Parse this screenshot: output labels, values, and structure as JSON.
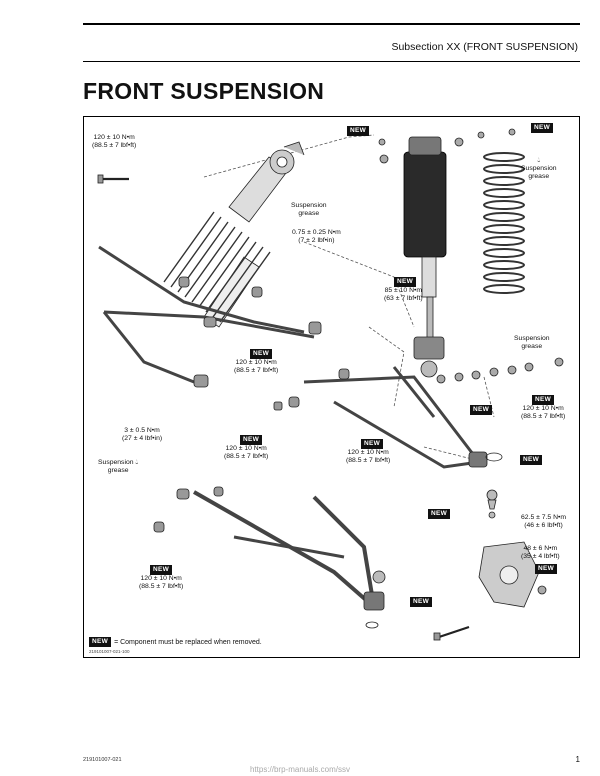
{
  "header": {
    "subsection": "Subsection XX (FRONT SUSPENSION)"
  },
  "page_title": "FRONT SUSPENSION",
  "figure": {
    "new_badge": "NEW",
    "grease_icon": "oil-drop-icon",
    "callouts": {
      "torque_bolt_top_1": "120 ± 10 N•m",
      "torque_bolt_top_2": "(88.5 ± 7 lbf•ft)",
      "grease_shock_1": "Suspension",
      "grease_shock_2": "grease",
      "torque_small_1": "0.75 ± 0.25 N•m",
      "torque_small_2": "(7 ± 2 lbf•in)",
      "torque_85_1": "85 ± 10 N•m",
      "torque_85_2": "(63 ± 7 lbf•ft)",
      "torque_upper_arm_1": "120 ± 10 N•m",
      "torque_upper_arm_2": "(88.5 ± 7 lbf•ft)",
      "grease_spring_1": "Suspension",
      "grease_spring_2": "grease",
      "grease_lower_right_1": "Suspension",
      "grease_lower_right_2": "grease",
      "torque_right_1": "120 ± 10 N•m",
      "torque_right_2": "(88.5 ± 7 lbf•ft)",
      "torque_3_1": "3 ± 0.5 N•m",
      "torque_3_2": "(27 ± 4 lbf•in)",
      "grease_left_1": "Suspension",
      "grease_left_2": "grease",
      "torque_mid_left_1": "120 ± 10 N•m",
      "torque_mid_left_2": "(88.5 ± 7 lbf•ft)",
      "torque_mid_center_1": "120 ± 10 N•m",
      "torque_mid_center_2": "(88.5 ± 7 lbf•ft)",
      "torque_62_1": "62.5 ± 7.5 N•m",
      "torque_62_2": "(46 ± 6 lbf•ft)",
      "torque_48_1": "48 ± 6 N•m",
      "torque_48_2": "(35 ± 4 lbf•ft)",
      "torque_lower_arm_1": "120 ± 10 N•m",
      "torque_lower_arm_2": "(88.5 ± 7 lbf•ft)"
    },
    "legend_text": "= Component must be replaced when removed.",
    "figure_code": "219101007-021-100"
  },
  "footer": {
    "doc_code": "219101007-021",
    "page_number": "1",
    "source_url": "https://brp-manuals.com/ssv"
  }
}
